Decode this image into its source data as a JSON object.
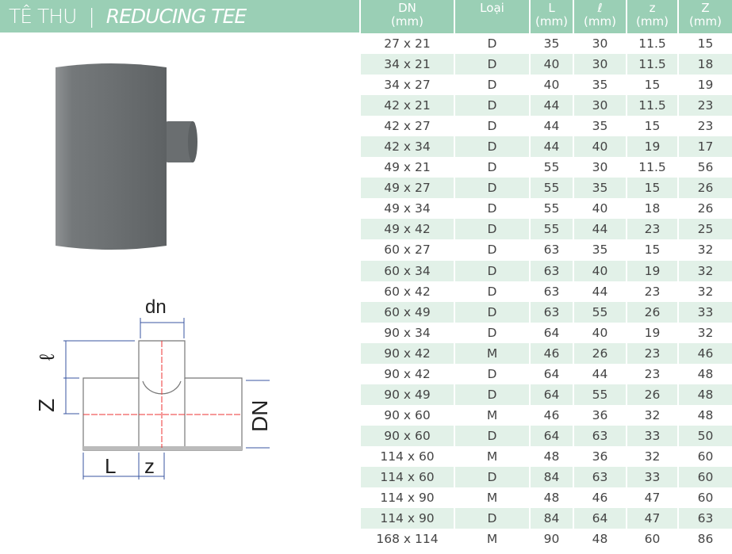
{
  "title": {
    "vi": "TÊ THU",
    "separator": "|",
    "en": "REDUCING TEE"
  },
  "diagram": {
    "labels": {
      "dn": "dn",
      "l_small": "ℓ",
      "Z": "Z",
      "DN": "DN",
      "L": "L",
      "z": "z"
    }
  },
  "table": {
    "headers": [
      {
        "top": "DN",
        "unit": "(mm)"
      },
      {
        "top": "Loại",
        "unit": ""
      },
      {
        "top": "L",
        "unit": "(mm)"
      },
      {
        "top": "ℓ",
        "unit": "(mm)"
      },
      {
        "top": "z",
        "unit": "(mm)"
      },
      {
        "top": "Z",
        "unit": "(mm)"
      }
    ],
    "rows": [
      [
        "27 x 21",
        "D",
        "35",
        "30",
        "11.5",
        "15"
      ],
      [
        "34 x 21",
        "D",
        "40",
        "30",
        "11.5",
        "18"
      ],
      [
        "34 x 27",
        "D",
        "40",
        "35",
        "15",
        "19"
      ],
      [
        "42 x 21",
        "D",
        "44",
        "30",
        "11.5",
        "23"
      ],
      [
        "42 x 27",
        "D",
        "44",
        "35",
        "15",
        "23"
      ],
      [
        "42 x 34",
        "D",
        "44",
        "40",
        "19",
        "17"
      ],
      [
        "49 x 21",
        "D",
        "55",
        "30",
        "11.5",
        "56"
      ],
      [
        "49 x 27",
        "D",
        "55",
        "35",
        "15",
        "26"
      ],
      [
        "49 x 34",
        "D",
        "55",
        "40",
        "18",
        "26"
      ],
      [
        "49 x 42",
        "D",
        "55",
        "44",
        "23",
        "25"
      ],
      [
        "60 x 27",
        "D",
        "63",
        "35",
        "15",
        "32"
      ],
      [
        "60 x 34",
        "D",
        "63",
        "40",
        "19",
        "32"
      ],
      [
        "60 x 42",
        "D",
        "63",
        "44",
        "23",
        "32"
      ],
      [
        "60 x 49",
        "D",
        "63",
        "55",
        "26",
        "33"
      ],
      [
        "90 x 34",
        "D",
        "64",
        "40",
        "19",
        "32"
      ],
      [
        "90 x 42",
        "M",
        "46",
        "26",
        "23",
        "46"
      ],
      [
        "90 x 42",
        "D",
        "64",
        "44",
        "23",
        "48"
      ],
      [
        "90 x 49",
        "D",
        "64",
        "55",
        "26",
        "48"
      ],
      [
        "90 x 60",
        "M",
        "46",
        "36",
        "32",
        "48"
      ],
      [
        "90 x 60",
        "D",
        "64",
        "63",
        "33",
        "50"
      ],
      [
        "114 x 60",
        "M",
        "48",
        "36",
        "32",
        "60"
      ],
      [
        "114 x 60",
        "D",
        "84",
        "63",
        "33",
        "60"
      ],
      [
        "114 x 90",
        "M",
        "48",
        "46",
        "47",
        "60"
      ],
      [
        "114 x 90",
        "D",
        "84",
        "64",
        "47",
        "63"
      ],
      [
        "168 x 114",
        "M",
        "90",
        "48",
        "60",
        "86"
      ]
    ]
  }
}
